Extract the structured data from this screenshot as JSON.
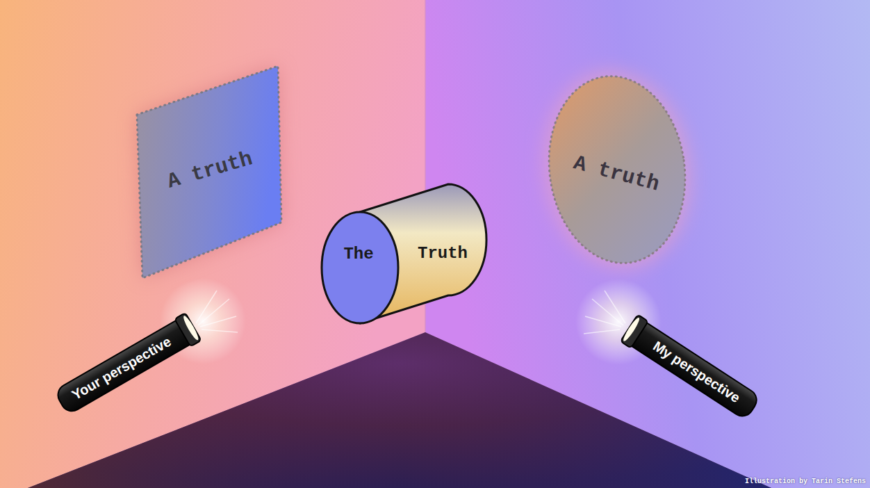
{
  "diagram": {
    "nodes": [
      {
        "text": [
          "A truth"
        ]
      },
      {
        "text": [
          "The",
          "Truth"
        ]
      },
      {
        "text": [
          "A truth"
        ]
      },
      {
        "text": [
          "Your perspective"
        ]
      },
      {
        "text": [
          "My perspective"
        ]
      }
    ],
    "labels": [
      "Illustration by Tarin Stefens"
    ]
  }
}
